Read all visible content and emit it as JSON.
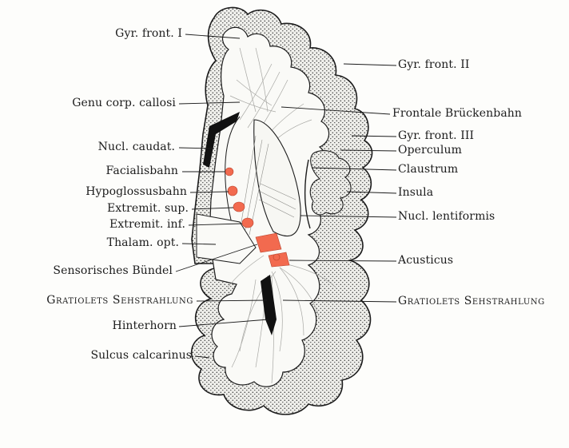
{
  "labels_left": [
    {
      "id": "gyr-front-1",
      "text": "Gyr. front. I"
    },
    {
      "id": "genu-corp-callosi",
      "text": "Genu corp. callosi"
    },
    {
      "id": "nucl-caudat",
      "text": "Nucl. caudat."
    },
    {
      "id": "facialisbahn",
      "text": "Facialisbahn"
    },
    {
      "id": "hypoglossusbahn",
      "text": "Hypoglossusbahn"
    },
    {
      "id": "extremit-sup",
      "text": "Extremit. sup."
    },
    {
      "id": "extremit-inf",
      "text": "Extremit. inf."
    },
    {
      "id": "thalam-opt",
      "text": "Thalam. opt."
    },
    {
      "id": "sensorisches-buendel",
      "text": "Sensorisches Bündel"
    },
    {
      "id": "gratiolets-left",
      "text": "Gratiolets Sehstrahlung"
    },
    {
      "id": "hinterhorn",
      "text": "Hinterhorn"
    },
    {
      "id": "sulcus-calcarinus",
      "text": "Sulcus calcarinus"
    }
  ],
  "labels_right": [
    {
      "id": "gyr-front-2",
      "text": "Gyr. front. II"
    },
    {
      "id": "frontale-brueckenbahn",
      "text": "Frontale Brückenbahn"
    },
    {
      "id": "gyr-front-3",
      "text": "Gyr. front. III"
    },
    {
      "id": "operculum",
      "text": "Operculum"
    },
    {
      "id": "claustrum",
      "text": "Claustrum"
    },
    {
      "id": "insula",
      "text": "Insula"
    },
    {
      "id": "nucl-lentiformis",
      "text": "Nucl. lentiformis"
    },
    {
      "id": "acusticus",
      "text": "Acusticus"
    },
    {
      "id": "gratiolets-right",
      "text": "Gratiolets Sehstrahlung"
    }
  ],
  "colors": {
    "tract_highlight": "#f26a4f",
    "ink": "#1c1c1c",
    "cortex_fill": "#e9e9e5",
    "white_matter": "#fafaf7",
    "ventricle": "#111111"
  }
}
